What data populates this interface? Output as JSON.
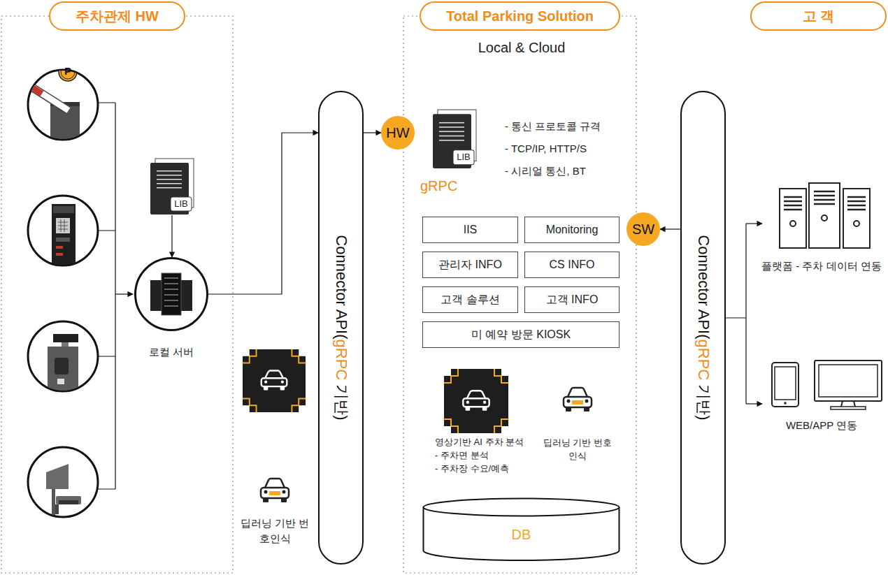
{
  "diagram": {
    "nodes": [
      {
        "text": [
          "주차관제 HW"
        ]
      },
      {
        "text": [
          "Total Parking Solution"
        ]
      },
      {
        "text": [
          "고 객"
        ]
      },
      {
        "text": [
          "LIB"
        ]
      },
      {
        "text": [
          "로컬 서버"
        ]
      },
      {
        "text": [
          "Connector API(gRPC 기반)"
        ]
      },
      {
        "text": [
          "HW"
        ]
      },
      {
        "text": [
          "LIB"
        ]
      },
      {
        "text": [
          "Connector API(gRPC 기반)"
        ]
      },
      {
        "text": [
          "SW"
        ]
      },
      {
        "text": [
          "IIS"
        ]
      },
      {
        "text": [
          "Monitoring"
        ]
      },
      {
        "text": [
          "관리자 INFO"
        ]
      },
      {
        "text": [
          "CS INFO"
        ]
      },
      {
        "text": [
          "고객 솔루션"
        ]
      },
      {
        "text": [
          "고객 INFO"
        ]
      },
      {
        "text": [
          "미 예약 방문 KIOSK"
        ]
      },
      {
        "text": [
          "DB"
        ]
      }
    ],
    "edges": [
      {
        "from": 3,
        "to": 4,
        "arrow": "to"
      },
      {
        "from": 4,
        "to": 5,
        "arrow": "to"
      },
      {
        "from": 5,
        "to": 6,
        "arrow": "to"
      },
      {
        "from": 8,
        "to": 9,
        "arrow": "to"
      }
    ],
    "labels": [
      "Local & Cloud",
      "gRPC",
      "- 통신 프로토콜 규격",
      "- TCP/IP, HTTP/S",
      "- 시리얼 통신, BT",
      "딥러닝 기반 번호인식",
      "영상기반 AI 주차 분석",
      "- 주차면 분석",
      "- 주차장 수요/예측",
      "딥러닝 기반 번호 인식",
      "플랫폼 - 주차 데이터 연동",
      "WEB/APP 연동",
      "P"
    ]
  }
}
